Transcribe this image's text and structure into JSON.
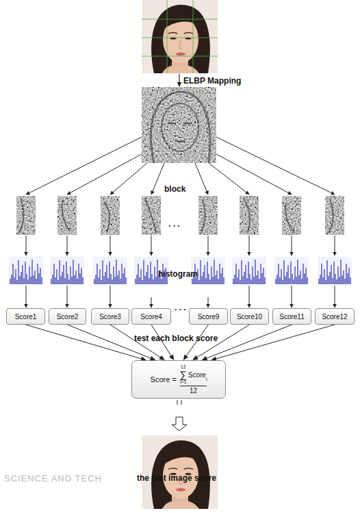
{
  "diagram": {
    "nodes": [
      {
        "text": [
          "Score1"
        ]
      },
      {
        "text": [
          "Score2"
        ]
      },
      {
        "text": [
          "Score3"
        ]
      },
      {
        "text": [
          "Score4"
        ]
      },
      {
        "text": [
          "Score9"
        ]
      },
      {
        "text": [
          "Score10"
        ]
      },
      {
        "text": [
          "Score11"
        ]
      },
      {
        "text": [
          "Score12"
        ]
      },
      {
        "text": [
          "Score =",
          "∑",
          "12",
          "i=1",
          "Score",
          "i",
          "12"
        ]
      }
    ],
    "edges": [
      {
        "from": 0,
        "to": 8,
        "arrow": "to"
      },
      {
        "from": 1,
        "to": 8,
        "arrow": "to"
      },
      {
        "from": 2,
        "to": 8,
        "arrow": "to"
      },
      {
        "from": 3,
        "to": 8,
        "arrow": "to"
      },
      {
        "from": 4,
        "to": 8,
        "arrow": "to"
      },
      {
        "from": 5,
        "to": 8,
        "arrow": "to"
      },
      {
        "from": 6,
        "to": 8,
        "arrow": "to"
      },
      {
        "from": 7,
        "to": 8,
        "arrow": "to"
      }
    ],
    "labels": [
      "ELBP Mapping",
      "block",
      ". . .",
      "histogram",
      ". . .",
      "test each block score",
      ". . .",
      "the test image score",
      "SCIENCE AND TECH"
    ]
  }
}
